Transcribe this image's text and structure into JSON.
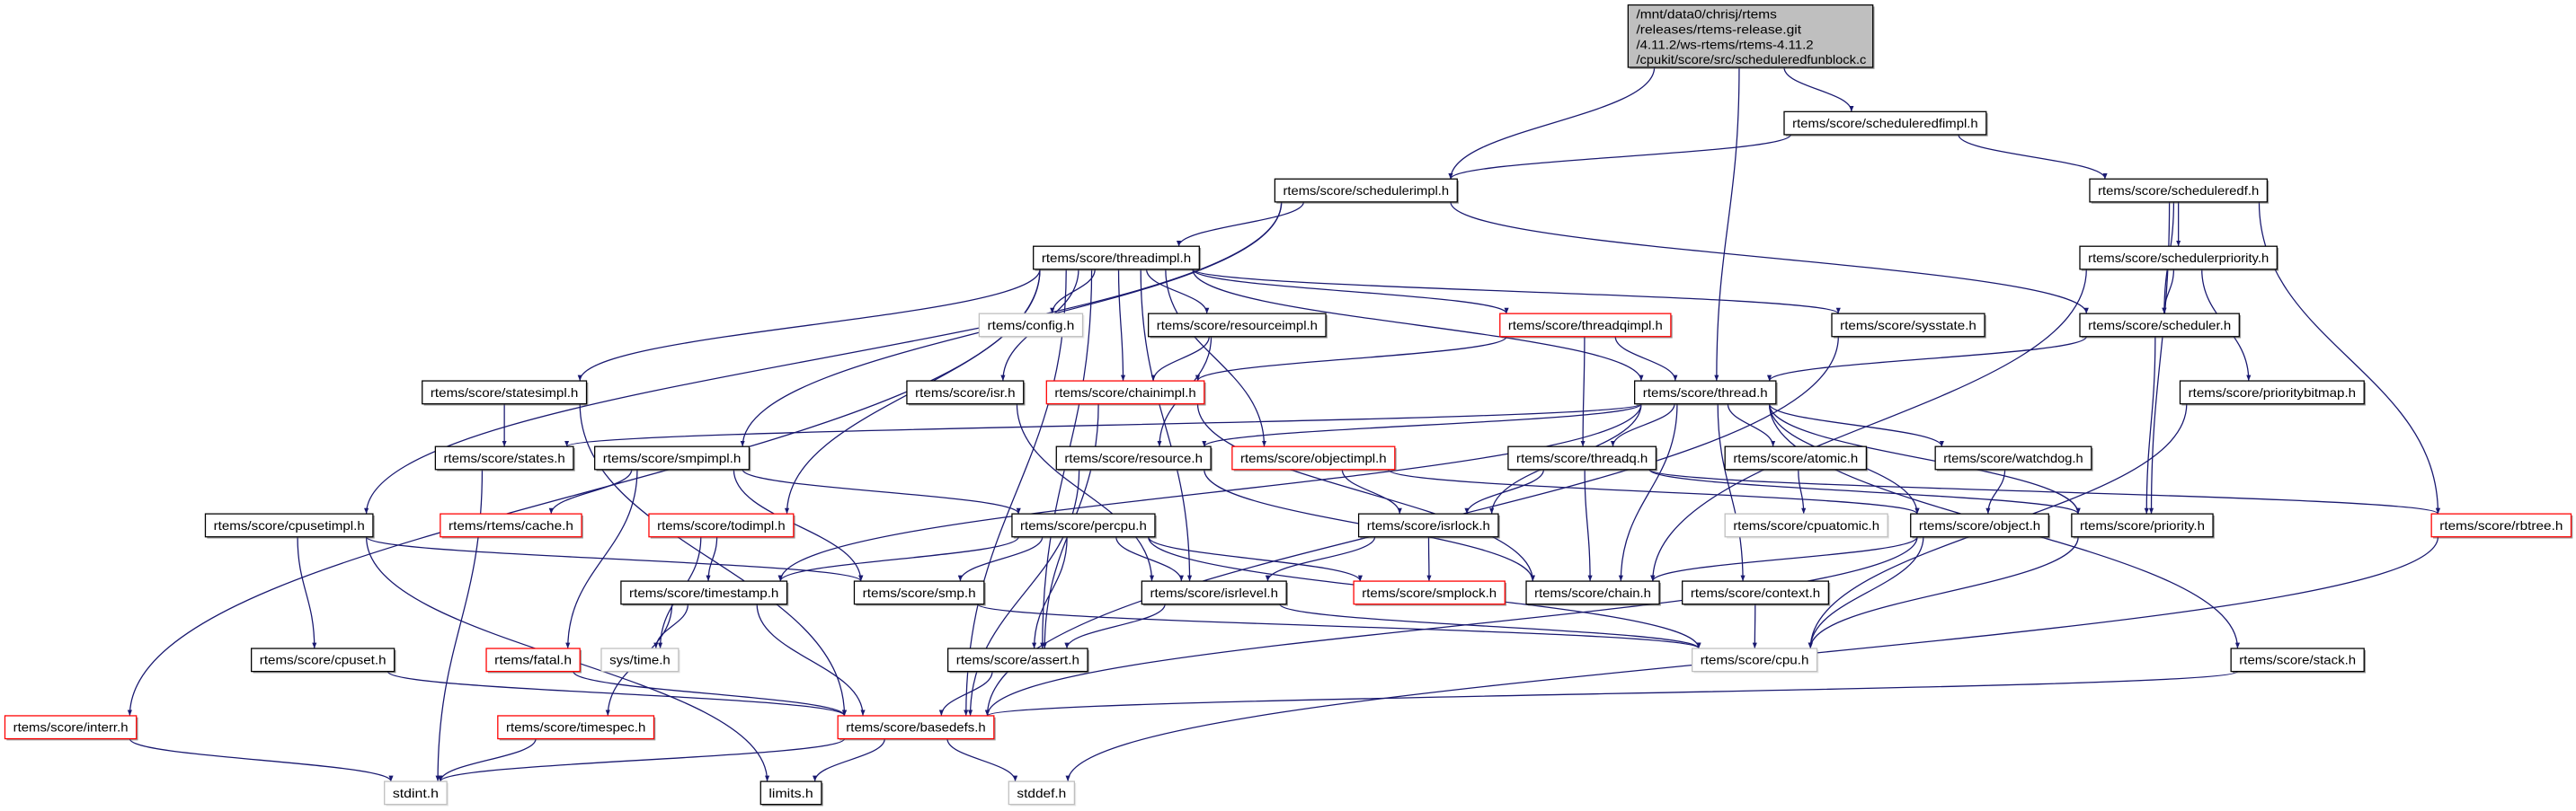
{
  "graph": {
    "edge_color": "#191970",
    "colors": {
      "documented_border": "#000000",
      "incomplete_border": "#ff0000",
      "external_border": "#bfbfbf",
      "root_fill": "#bfbfbf",
      "node_fill": "#ffffff"
    },
    "nodes": [
      {
        "id": "main",
        "lines": [
          "/mnt/data0/chrisj/rtems",
          "/releases/rtems-release.git",
          "/4.11.2/ws-rtems/rtems-4.11.2",
          "/cpukit/score/src/scheduleredfunblock.c"
        ],
        "kind": "root"
      },
      {
        "id": "sedfimpl",
        "label": "rtems/score/scheduleredfimpl.h",
        "kind": "documented"
      },
      {
        "id": "schedimpl",
        "label": "rtems/score/schedulerimpl.h",
        "kind": "documented"
      },
      {
        "id": "sedf",
        "label": "rtems/score/scheduleredf.h",
        "kind": "documented"
      },
      {
        "id": "threadimpl",
        "label": "rtems/score/threadimpl.h",
        "kind": "documented"
      },
      {
        "id": "schedprio",
        "label": "rtems/score/schedulerpriority.h",
        "kind": "documented"
      },
      {
        "id": "config",
        "label": "rtems/config.h",
        "kind": "external"
      },
      {
        "id": "resimpl",
        "label": "rtems/score/resourceimpl.h",
        "kind": "documented"
      },
      {
        "id": "threadqimpl",
        "label": "rtems/score/threadqimpl.h",
        "kind": "incomplete"
      },
      {
        "id": "sysstate",
        "label": "rtems/score/sysstate.h",
        "kind": "documented"
      },
      {
        "id": "scheduler",
        "label": "rtems/score/scheduler.h",
        "kind": "documented"
      },
      {
        "id": "statesimpl",
        "label": "rtems/score/statesimpl.h",
        "kind": "documented"
      },
      {
        "id": "isr",
        "label": "rtems/score/isr.h",
        "kind": "documented"
      },
      {
        "id": "chainimpl",
        "label": "rtems/score/chainimpl.h",
        "kind": "incomplete"
      },
      {
        "id": "thread",
        "label": "rtems/score/thread.h",
        "kind": "documented"
      },
      {
        "id": "pbitmap",
        "label": "rtems/score/prioritybitmap.h",
        "kind": "documented"
      },
      {
        "id": "states",
        "label": "rtems/score/states.h",
        "kind": "documented"
      },
      {
        "id": "smpimpl",
        "label": "rtems/score/smpimpl.h",
        "kind": "documented"
      },
      {
        "id": "resource",
        "label": "rtems/score/resource.h",
        "kind": "documented"
      },
      {
        "id": "objimpl",
        "label": "rtems/score/objectimpl.h",
        "kind": "incomplete"
      },
      {
        "id": "threadq",
        "label": "rtems/score/threadq.h",
        "kind": "documented"
      },
      {
        "id": "atomic",
        "label": "rtems/score/atomic.h",
        "kind": "documented"
      },
      {
        "id": "watchdog",
        "label": "rtems/score/watchdog.h",
        "kind": "documented"
      },
      {
        "id": "cpusetimpl",
        "label": "rtems/score/cpusetimpl.h",
        "kind": "documented"
      },
      {
        "id": "cache",
        "label": "rtems/rtems/cache.h",
        "kind": "incomplete"
      },
      {
        "id": "todimpl",
        "label": "rtems/score/todimpl.h",
        "kind": "incomplete"
      },
      {
        "id": "percpu",
        "label": "rtems/score/percpu.h",
        "kind": "documented"
      },
      {
        "id": "isrlock",
        "label": "rtems/score/isrlock.h",
        "kind": "documented"
      },
      {
        "id": "cpuatomic",
        "label": "rtems/score/cpuatomic.h",
        "kind": "external"
      },
      {
        "id": "object",
        "label": "rtems/score/object.h",
        "kind": "documented"
      },
      {
        "id": "priority",
        "label": "rtems/score/priority.h",
        "kind": "documented"
      },
      {
        "id": "rbtree",
        "label": "rtems/score/rbtree.h",
        "kind": "incomplete"
      },
      {
        "id": "timestamp",
        "label": "rtems/score/timestamp.h",
        "kind": "documented"
      },
      {
        "id": "smp",
        "label": "rtems/score/smp.h",
        "kind": "documented"
      },
      {
        "id": "isrlevel",
        "label": "rtems/score/isrlevel.h",
        "kind": "documented"
      },
      {
        "id": "smplock",
        "label": "rtems/score/smplock.h",
        "kind": "incomplete"
      },
      {
        "id": "chain",
        "label": "rtems/score/chain.h",
        "kind": "documented"
      },
      {
        "id": "context",
        "label": "rtems/score/context.h",
        "kind": "documented"
      },
      {
        "id": "cpuset",
        "label": "rtems/score/cpuset.h",
        "kind": "documented"
      },
      {
        "id": "fatal",
        "label": "rtems/fatal.h",
        "kind": "incomplete"
      },
      {
        "id": "systime",
        "label": "sys/time.h",
        "kind": "external"
      },
      {
        "id": "assert",
        "label": "rtems/score/assert.h",
        "kind": "documented"
      },
      {
        "id": "cpu",
        "label": "rtems/score/cpu.h",
        "kind": "external"
      },
      {
        "id": "stack",
        "label": "rtems/score/stack.h",
        "kind": "documented"
      },
      {
        "id": "interr",
        "label": "rtems/score/interr.h",
        "kind": "incomplete"
      },
      {
        "id": "timespec",
        "label": "rtems/score/timespec.h",
        "kind": "incomplete"
      },
      {
        "id": "basedefs",
        "label": "rtems/score/basedefs.h",
        "kind": "incomplete"
      },
      {
        "id": "stdint",
        "label": "stdint.h",
        "kind": "external"
      },
      {
        "id": "limits",
        "label": "limits.h",
        "kind": "documented"
      },
      {
        "id": "stddef",
        "label": "stddef.h",
        "kind": "external"
      }
    ],
    "edges": [
      [
        "main",
        "schedimpl"
      ],
      [
        "main",
        "sedfimpl"
      ],
      [
        "main",
        "thread"
      ],
      [
        "sedfimpl",
        "schedimpl"
      ],
      [
        "sedfimpl",
        "sedf"
      ],
      [
        "schedimpl",
        "threadimpl"
      ],
      [
        "schedimpl",
        "scheduler"
      ],
      [
        "schedimpl",
        "smpimpl"
      ],
      [
        "schedimpl",
        "cpusetimpl"
      ],
      [
        "sedf",
        "schedprio"
      ],
      [
        "sedf",
        "scheduler"
      ],
      [
        "sedf",
        "priority"
      ],
      [
        "sedf",
        "rbtree"
      ],
      [
        "schedprio",
        "scheduler"
      ],
      [
        "schedprio",
        "pbitmap"
      ],
      [
        "schedprio",
        "chain"
      ],
      [
        "threadimpl",
        "config"
      ],
      [
        "threadimpl",
        "resimpl"
      ],
      [
        "threadimpl",
        "chainimpl"
      ],
      [
        "threadimpl",
        "isr"
      ],
      [
        "threadimpl",
        "statesimpl"
      ],
      [
        "threadimpl",
        "threadqimpl"
      ],
      [
        "threadimpl",
        "sysstate"
      ],
      [
        "threadimpl",
        "thread"
      ],
      [
        "threadimpl",
        "objimpl"
      ],
      [
        "threadimpl",
        "todimpl"
      ],
      [
        "threadimpl",
        "interr"
      ],
      [
        "threadimpl",
        "assert"
      ],
      [
        "threadimpl",
        "basedefs"
      ],
      [
        "threadimpl",
        "isrlevel"
      ],
      [
        "resimpl",
        "chainimpl"
      ],
      [
        "resimpl",
        "resource"
      ],
      [
        "threadqimpl",
        "chainimpl"
      ],
      [
        "threadqimpl",
        "thread"
      ],
      [
        "threadqimpl",
        "threadq"
      ],
      [
        "sysstate",
        "basedefs"
      ],
      [
        "scheduler",
        "thread"
      ],
      [
        "scheduler",
        "priority"
      ],
      [
        "pbitmap",
        "cpu"
      ],
      [
        "statesimpl",
        "states"
      ],
      [
        "statesimpl",
        "basedefs"
      ],
      [
        "isr",
        "isrlevel"
      ],
      [
        "chainimpl",
        "chain"
      ],
      [
        "chainimpl",
        "assert"
      ],
      [
        "thread",
        "states"
      ],
      [
        "thread",
        "resource"
      ],
      [
        "thread",
        "threadq"
      ],
      [
        "thread",
        "atomic"
      ],
      [
        "thread",
        "watchdog"
      ],
      [
        "thread",
        "object"
      ],
      [
        "thread",
        "priority"
      ],
      [
        "thread",
        "isrlock"
      ],
      [
        "thread",
        "chain"
      ],
      [
        "thread",
        "context"
      ],
      [
        "thread",
        "timestamp"
      ],
      [
        "thread",
        "stack"
      ],
      [
        "objimpl",
        "isrlock"
      ],
      [
        "objimpl",
        "object"
      ],
      [
        "smpimpl",
        "cache"
      ],
      [
        "smpimpl",
        "fatal"
      ],
      [
        "smpimpl",
        "smp"
      ],
      [
        "smpimpl",
        "percpu"
      ],
      [
        "resource",
        "chain"
      ],
      [
        "resource",
        "basedefs"
      ],
      [
        "states",
        "stdint"
      ],
      [
        "threadq",
        "isrlock"
      ],
      [
        "threadq",
        "chain"
      ],
      [
        "threadq",
        "priority"
      ],
      [
        "threadq",
        "rbtree"
      ],
      [
        "atomic",
        "cpuatomic"
      ],
      [
        "watchdog",
        "object"
      ],
      [
        "cpusetimpl",
        "smp"
      ],
      [
        "cpusetimpl",
        "cpuset"
      ],
      [
        "cpusetimpl",
        "limits"
      ],
      [
        "todimpl",
        "timestamp"
      ],
      [
        "todimpl",
        "systime"
      ],
      [
        "percpu",
        "timestamp"
      ],
      [
        "percpu",
        "smp"
      ],
      [
        "percpu",
        "isrlevel"
      ],
      [
        "percpu",
        "assert"
      ],
      [
        "percpu",
        "cpu"
      ],
      [
        "percpu",
        "smplock"
      ],
      [
        "isrlock",
        "isrlevel"
      ],
      [
        "isrlock",
        "smplock"
      ],
      [
        "object",
        "chain"
      ],
      [
        "object",
        "cpu"
      ],
      [
        "object",
        "basedefs"
      ],
      [
        "priority",
        "cpu"
      ],
      [
        "rbtree",
        "stddef"
      ],
      [
        "timestamp",
        "systime"
      ],
      [
        "timestamp",
        "timespec"
      ],
      [
        "timestamp",
        "basedefs"
      ],
      [
        "smp",
        "cpu"
      ],
      [
        "isrlevel",
        "assert"
      ],
      [
        "isrlevel",
        "cpu"
      ],
      [
        "context",
        "cpu"
      ],
      [
        "cpuset",
        "basedefs"
      ],
      [
        "fatal",
        "basedefs"
      ],
      [
        "assert",
        "basedefs"
      ],
      [
        "interr",
        "stdint"
      ],
      [
        "timespec",
        "stdint"
      ],
      [
        "basedefs",
        "stdint"
      ],
      [
        "basedefs",
        "limits"
      ],
      [
        "basedefs",
        "stddef"
      ],
      [
        "stack",
        "basedefs"
      ]
    ]
  }
}
